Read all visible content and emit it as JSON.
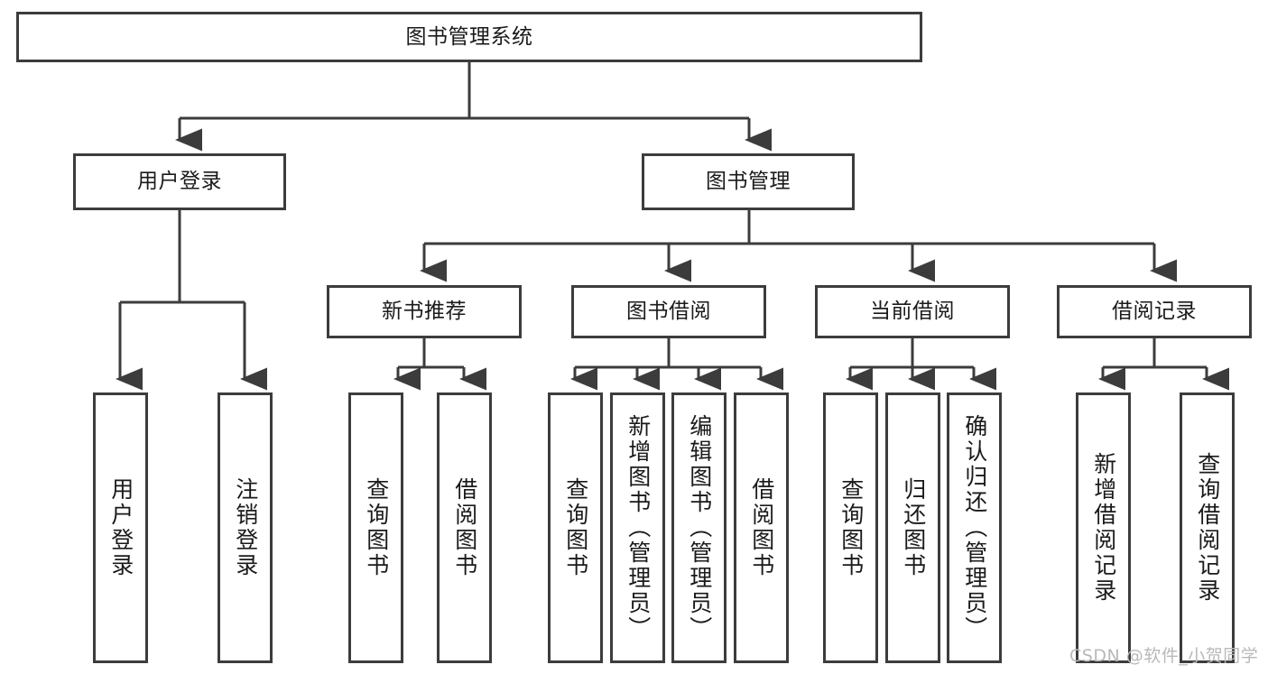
{
  "diagram": {
    "type": "tree-hierarchy",
    "title": "图书管理系统",
    "watermark": "CSDN @软件_小贺同学",
    "colors": {
      "border": "#3c3c3c",
      "fill": "#ffffff",
      "text": "#1a1a1a",
      "background": "#ffffff",
      "watermark": "#b9b9b9"
    },
    "nodes": {
      "root": {
        "label": "图书管理系统"
      },
      "level2": [
        {
          "id": "user-login",
          "label": "用户登录"
        },
        {
          "id": "book-management",
          "label": "图书管理"
        }
      ],
      "level3": [
        {
          "id": "new-book-recommend",
          "label": "新书推荐"
        },
        {
          "id": "book-borrow",
          "label": "图书借阅"
        },
        {
          "id": "current-borrow",
          "label": "当前借阅"
        },
        {
          "id": "borrow-record",
          "label": "借阅记录"
        }
      ],
      "leaves": {
        "user_login": [
          {
            "id": "leaf-user-login",
            "label": "用户登录"
          },
          {
            "id": "leaf-user-logout",
            "label": "注销登录"
          }
        ],
        "new_book_recommend": [
          {
            "id": "leaf-query-book-1",
            "label": "查询图书"
          },
          {
            "id": "leaf-borrow-book-1",
            "label": "借阅图书"
          }
        ],
        "book_borrow": [
          {
            "id": "leaf-query-book-2",
            "label": "查询图书"
          },
          {
            "id": "leaf-add-book",
            "label": "新增图书（管理员）"
          },
          {
            "id": "leaf-edit-book",
            "label": "编辑图书（管理员）"
          },
          {
            "id": "leaf-borrow-book-2",
            "label": "借阅图书"
          }
        ],
        "current_borrow": [
          {
            "id": "leaf-query-book-3",
            "label": "查询图书"
          },
          {
            "id": "leaf-return-book",
            "label": "归还图书"
          },
          {
            "id": "leaf-confirm-return",
            "label": "确认归还（管理员）"
          }
        ],
        "borrow_record": [
          {
            "id": "leaf-add-record",
            "label": "新增借阅记录"
          },
          {
            "id": "leaf-query-record",
            "label": "查询借阅记录"
          }
        ]
      }
    }
  }
}
